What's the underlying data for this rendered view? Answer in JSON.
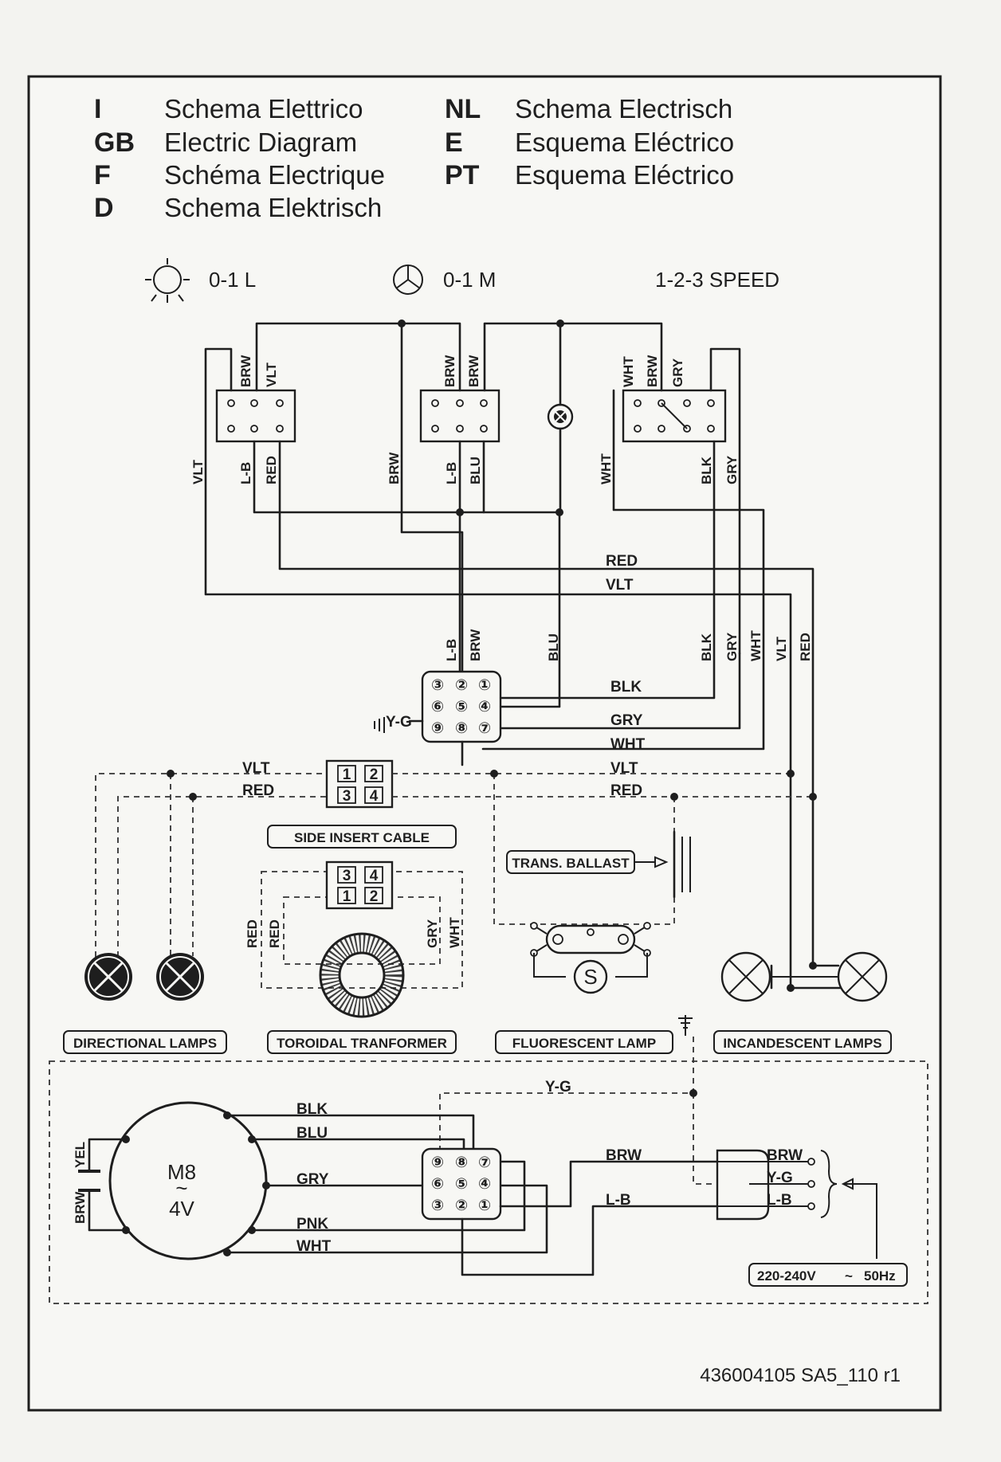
{
  "legend": [
    {
      "code": "I",
      "name": "Schema Elettrico"
    },
    {
      "code": "GB",
      "name": "Electric Diagram"
    },
    {
      "code": "F",
      "name": "Schéma Electrique"
    },
    {
      "code": "D",
      "name": "Schema Elektrisch"
    },
    {
      "code": "NL",
      "name": "Schema Electrisch"
    },
    {
      "code": "E",
      "name": "Esquema Eléctrico"
    },
    {
      "code": "PT",
      "name": "Esquema Eléctrico"
    }
  ],
  "switches": {
    "light": "0-1  L",
    "motor": "0-1  M",
    "speed": "1-2-3  SPEED"
  },
  "wires": {
    "brw": "BRW",
    "vlt": "VLT",
    "red": "RED",
    "lb": "L-B",
    "blu": "BLU",
    "wht": "WHT",
    "gry": "GRY",
    "blk": "BLK",
    "yg": "Y-G",
    "pnk": "PNK",
    "yel": "YEL"
  },
  "pins": [
    "①",
    "②",
    "③",
    "④",
    "⑤",
    "⑥",
    "⑦",
    "⑧",
    "⑨"
  ],
  "pins_small": [
    "1",
    "2",
    "3",
    "4"
  ],
  "components": {
    "side_insert_cable": "SIDE  INSERT  CABLE",
    "trans_ballast": "TRANS.  BALLAST",
    "starter": "S",
    "directional_lamps": "DIRECTIONAL  LAMPS",
    "toroidal_transformer": "TOROIDAL  TRANFORMER",
    "fluorescent_lamp": "FLUORESCENT  LAMP",
    "incandescent_lamps": "INCANDESCENT  LAMPS"
  },
  "motor": {
    "name": "M8",
    "symbol": "~",
    "voltage": "4V"
  },
  "supply": "220-240V",
  "supply_symbol": "~",
  "supply_freq": "50Hz",
  "doc_code": "436004105 SA5_110 r1"
}
